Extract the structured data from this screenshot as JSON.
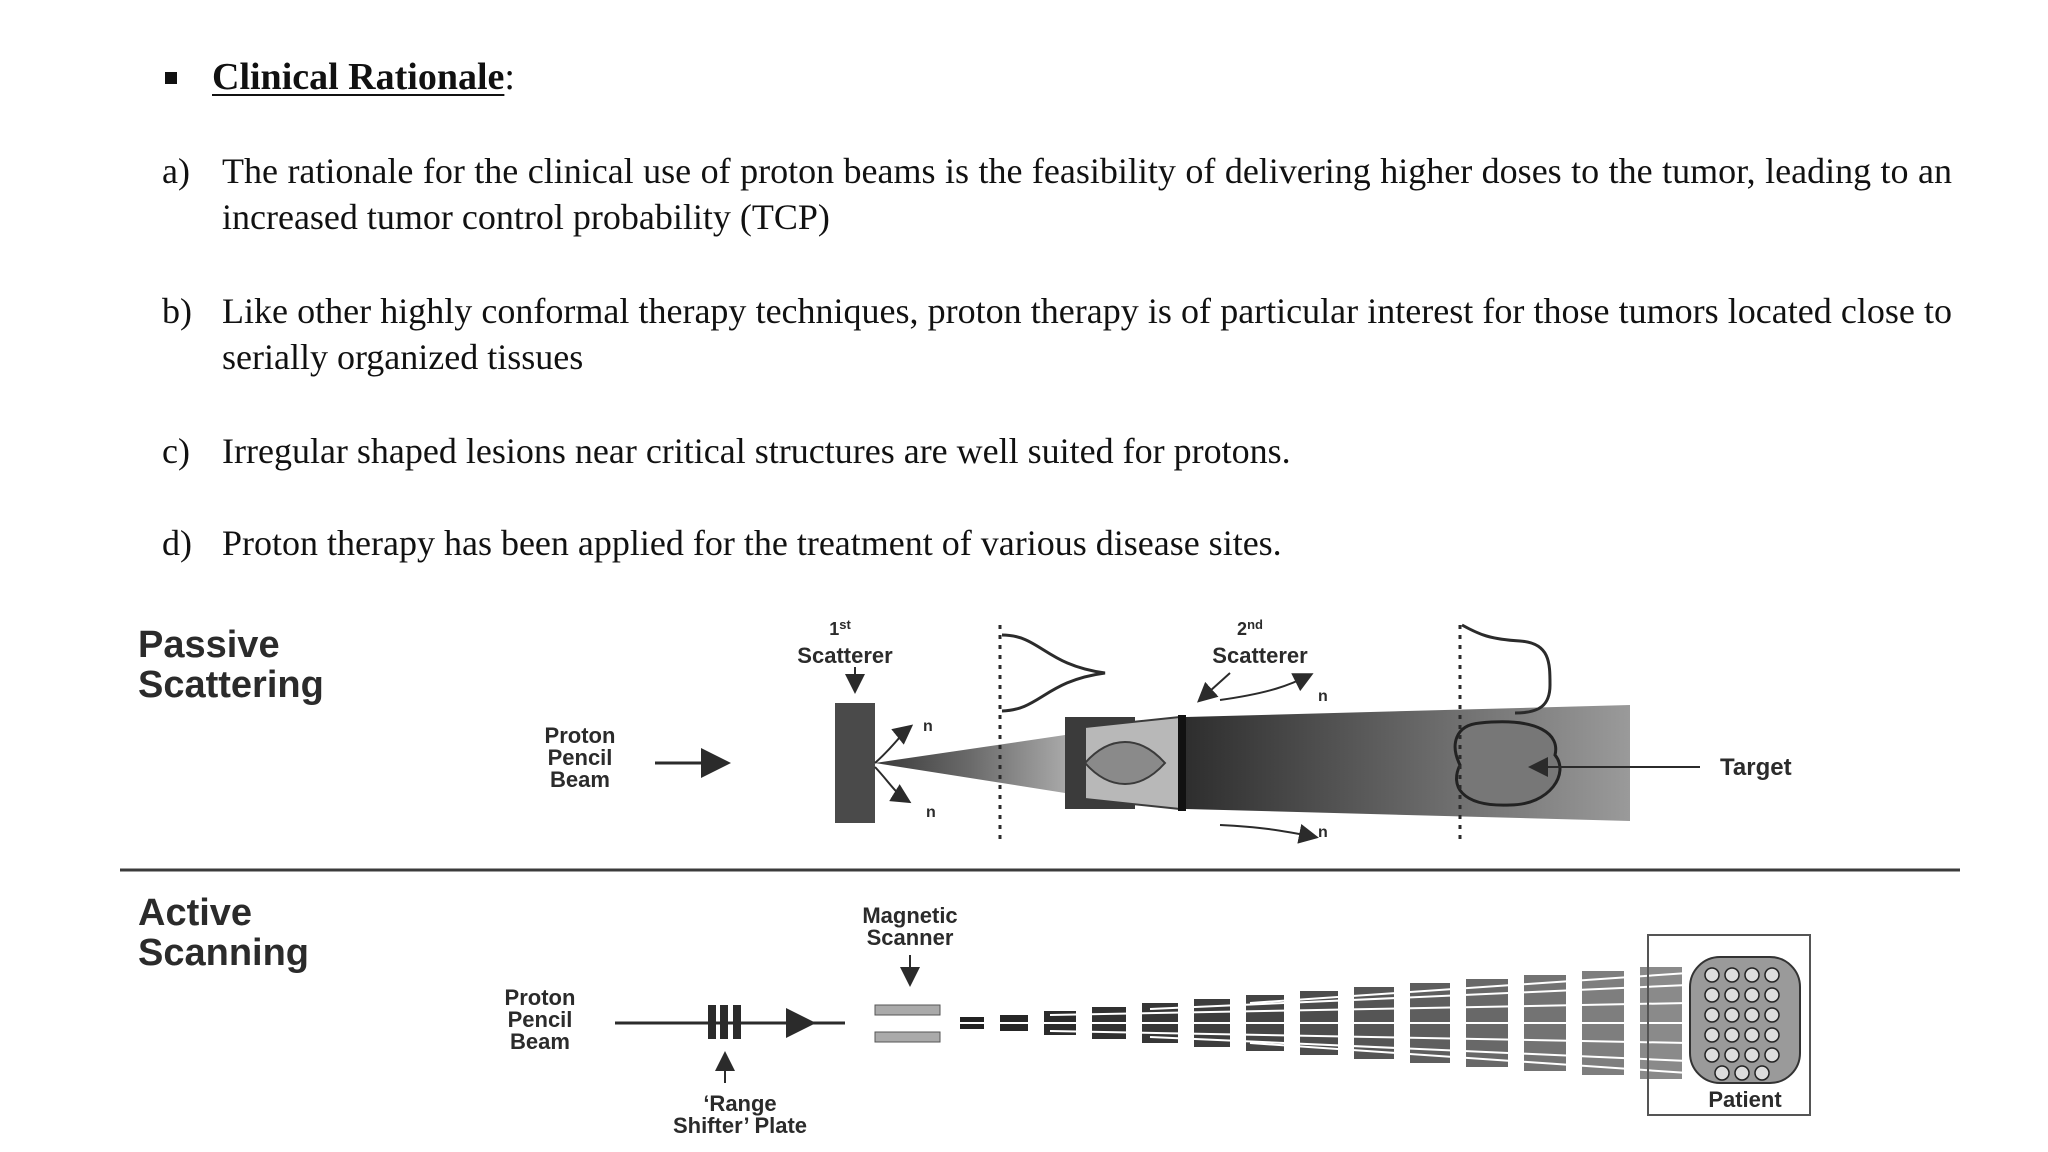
{
  "section": {
    "heading": "Clinical Rationale",
    "heading_suffix": ":",
    "bullet_icon": "square-bullet-icon"
  },
  "points": [
    {
      "marker": "a)",
      "text": "The rationale for the clinical use of proton beams is the feasibility of delivering higher doses to the tumor, leading to an increased tumor control probability (TCP)"
    },
    {
      "marker": "b)",
      "text": "Like other highly conformal therapy techniques, proton therapy is of particular interest for those tumors located close to serially organized tissues"
    },
    {
      "marker": "c)",
      "text": "Irregular shaped lesions near critical structures are well suited for protons."
    },
    {
      "marker": "d)",
      "text": "Proton therapy has been applied for the treatment of various disease sites."
    }
  ],
  "diagram": {
    "passive": {
      "title_line1": "Passive",
      "title_line2": "Scattering",
      "beam_line1": "Proton",
      "beam_line2": "Pencil",
      "beam_line3": "Beam",
      "first_scatterer_ord": "1",
      "first_scatterer_sup": "st",
      "first_scatterer_label": "Scatterer",
      "second_scatterer_ord": "2",
      "second_scatterer_sup": "nd",
      "second_scatterer_label": "Scatterer",
      "neutron_label": "n",
      "target_label": "Target"
    },
    "active": {
      "title_line1": "Active",
      "title_line2": "Scanning",
      "magnet_line1": "Magnetic",
      "magnet_line2": "Scanner",
      "beam_line1": "Proton",
      "beam_line2": "Pencil",
      "beam_line3": "Beam",
      "shifter_line1": "‘Range",
      "shifter_line2": "Shifter’ Plate",
      "patient_label": "Patient"
    }
  }
}
